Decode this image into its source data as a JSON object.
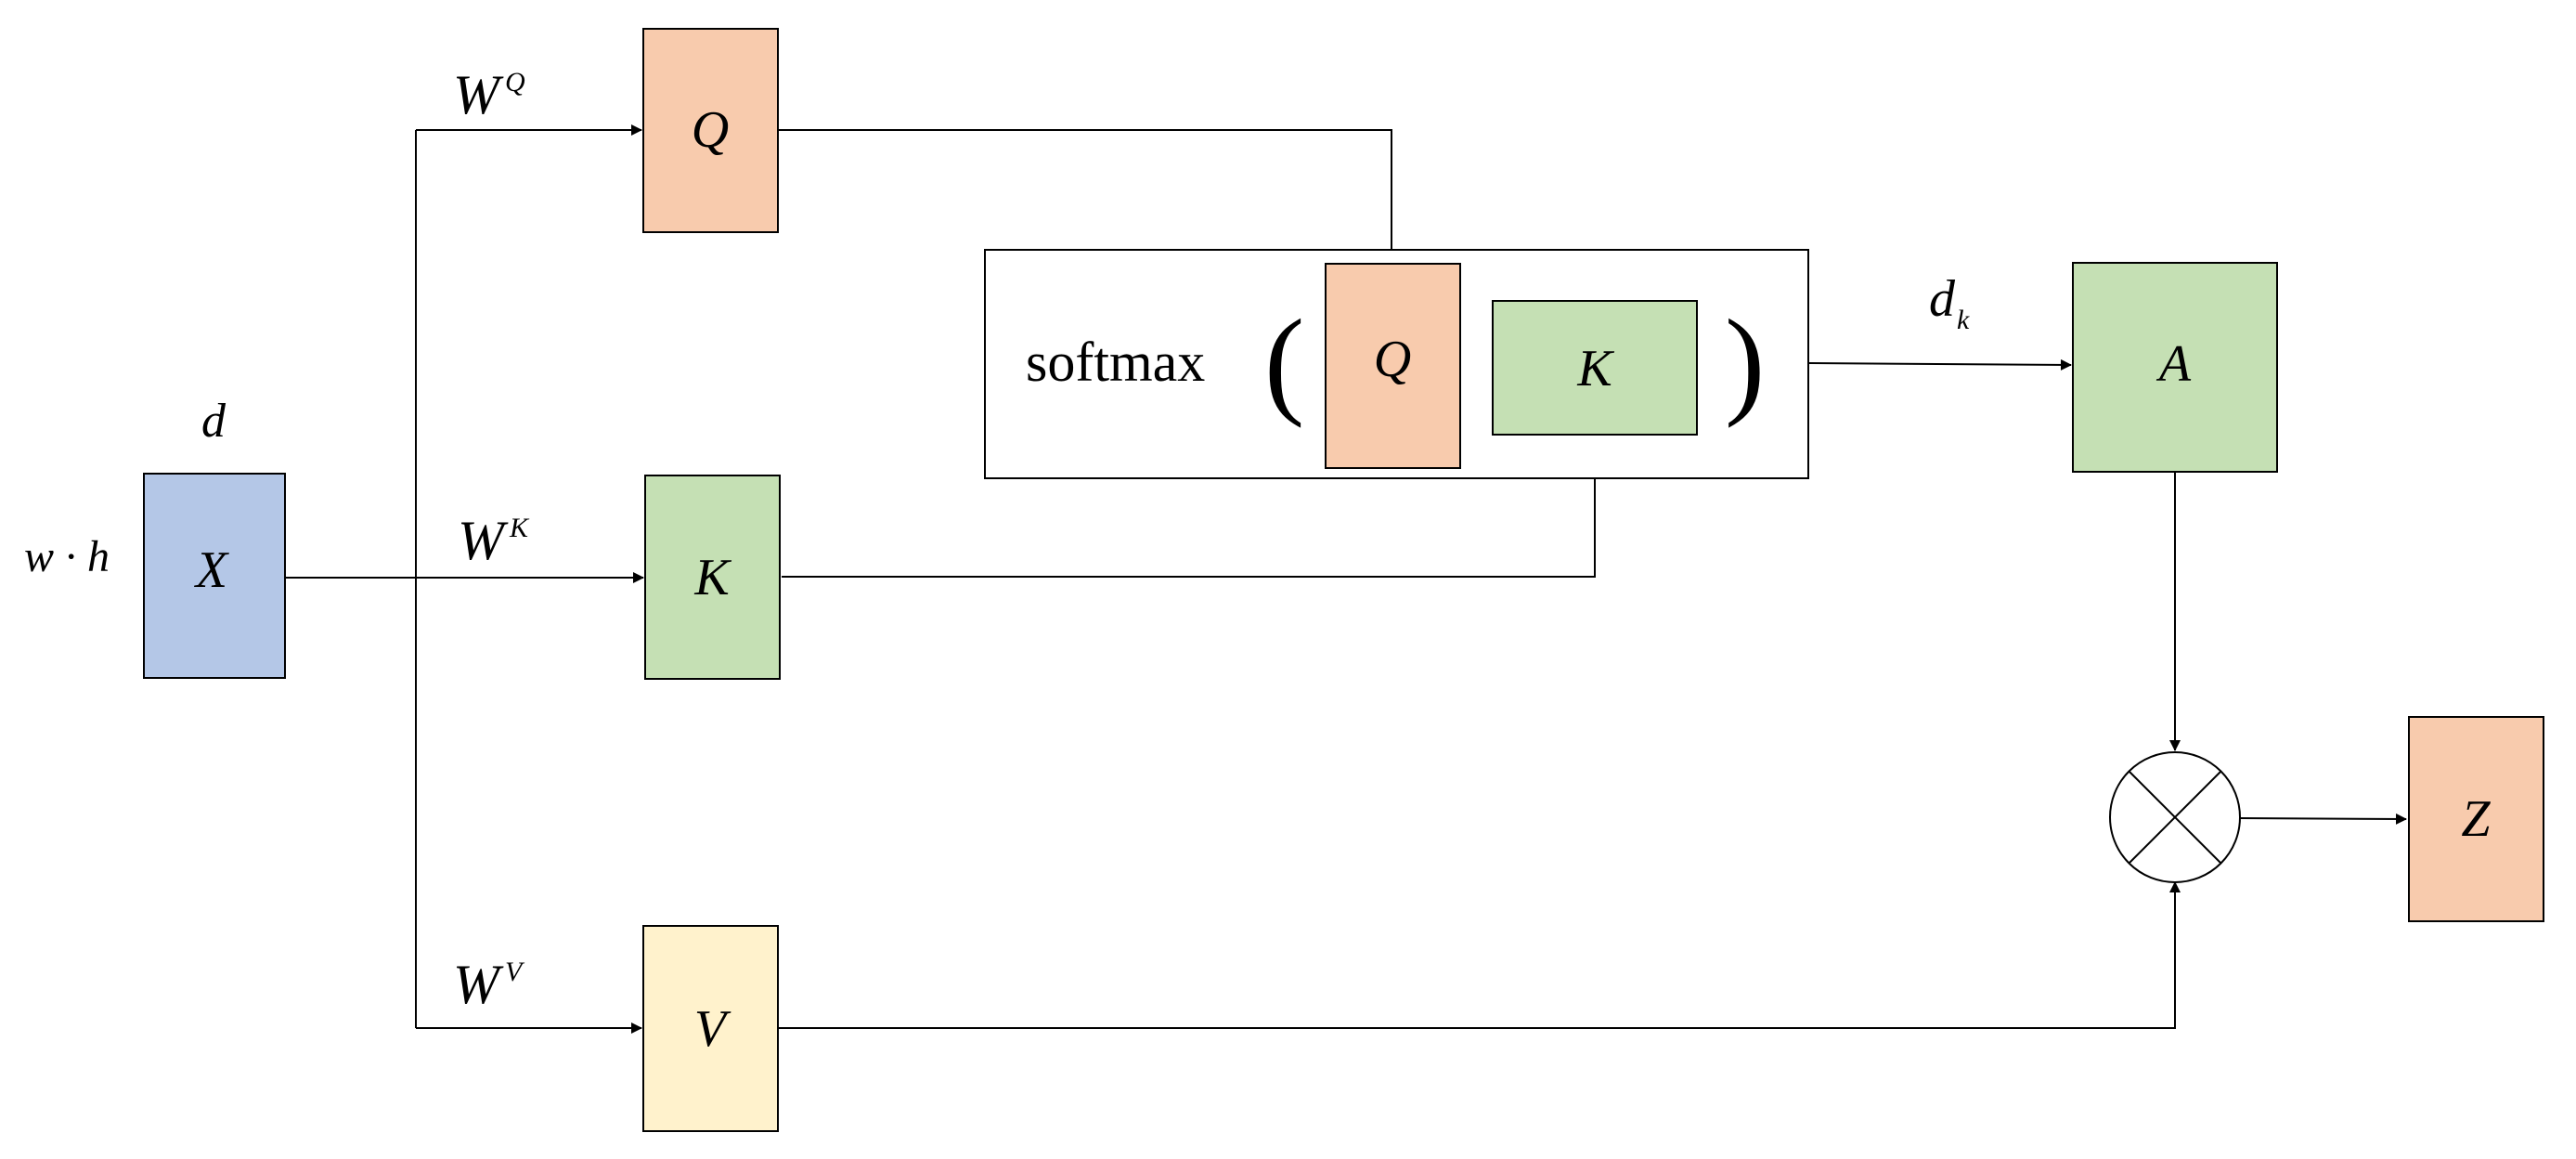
{
  "colors": {
    "blue": "#b4c7e7",
    "orange": "#f8cbad",
    "green": "#c5e0b4",
    "yellow": "#fff2cc",
    "line": "#000000"
  },
  "labels": {
    "input_dim": "d",
    "input_size": "w · h",
    "x": "X",
    "w_q": "W",
    "w_q_sup": "Q",
    "w_k": "W",
    "w_k_sup": "K",
    "w_v": "W",
    "w_v_sup": "V",
    "q": "Q",
    "k": "K",
    "v": "V",
    "softmax": "softmax",
    "paren_open": "(",
    "paren_close": ")",
    "inner_q": "Q",
    "inner_k": "K",
    "scale": "d",
    "scale_sub": "k",
    "a": "A",
    "z": "Z"
  },
  "icons": {
    "multiply": "circle-x-icon"
  }
}
